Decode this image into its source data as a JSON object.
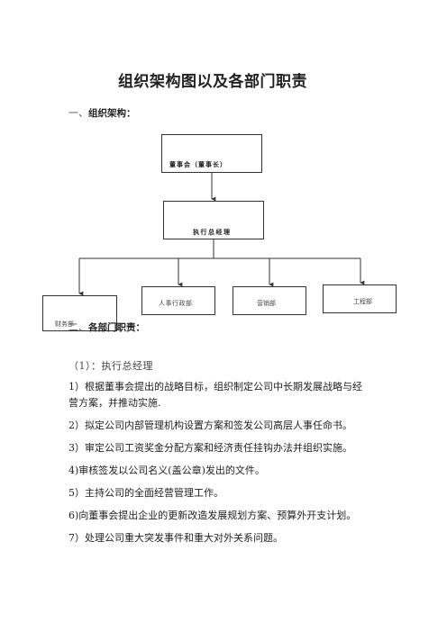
{
  "document": {
    "title": "组织架构图以及各部门职责",
    "sections": [
      {
        "number": "一、",
        "heading": "组织架构："
      },
      {
        "number": "二、",
        "heading": "各部门职责："
      }
    ]
  },
  "org_chart": {
    "board": "董事会（董事长）",
    "ceo": "执行总经理",
    "departments": [
      "财务部",
      "人事行政部",
      "营销部",
      "工程部"
    ]
  },
  "duties": {
    "subheading": "（1）：执行总经理",
    "items": [
      "1）根据董事会提出的战略目标，组织制定公司中长期发展战略与经营方案，并推动实施.",
      "2）拟定公司内部管理机构设置方案和签发公司高层人事任命书。",
      "3）审定公司工资奖金分配方案和经济责任挂钩办法并组织实施。",
      "4)审核签发以公司名义(盖公章)发出的文件。",
      "5）主持公司的全面经营管理工作。",
      "6)向董事会提出企业的更新改造发展规划方案、预算外开支计划。",
      "7）处理公司重大突发事件和重大对外关系问题。"
    ]
  }
}
